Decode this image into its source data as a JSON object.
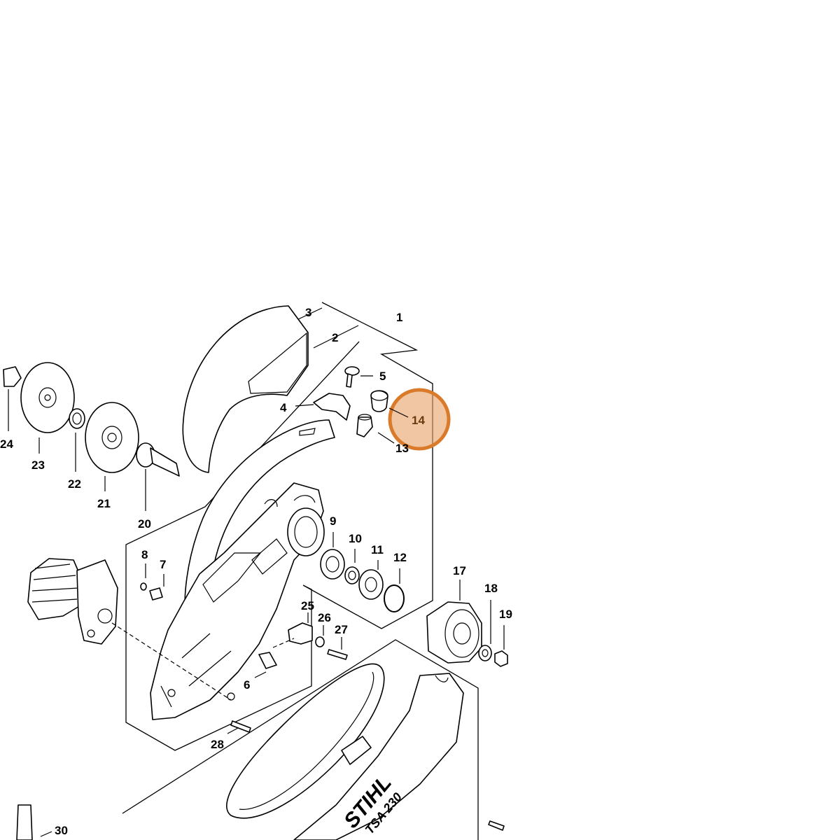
{
  "diagram": {
    "brand_logo_text": "STIHL",
    "model_text": "TSA 230",
    "highlight": {
      "callout": "14",
      "color": "#d97b2a"
    },
    "callouts": [
      "1",
      "2",
      "3",
      "4",
      "5",
      "6",
      "7",
      "8",
      "9",
      "10",
      "11",
      "12",
      "13",
      "14",
      "17",
      "18",
      "19",
      "20",
      "21",
      "22",
      "23",
      "24",
      "25",
      "26",
      "27",
      "28",
      "30"
    ]
  }
}
